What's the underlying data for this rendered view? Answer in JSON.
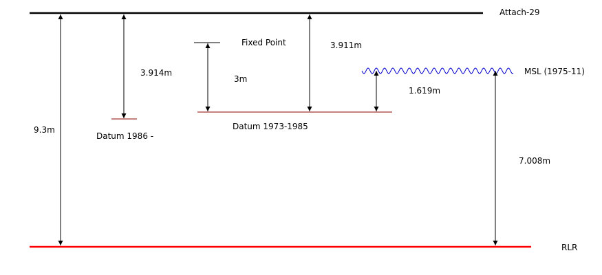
{
  "colors": {
    "line": "#000000",
    "rlr": "#ff0000",
    "datum": "#8b0000",
    "msl": "#0000cc"
  },
  "levels": {
    "attach": "Attach-29",
    "fixed_point": "Fixed Point",
    "msl": "MSL (1975-11)",
    "datum_1986": "Datum 1986 -",
    "datum_1973": "Datum 1973-1985",
    "rlr": "RLR"
  },
  "measurements": {
    "attach_to_rlr": "9.3m",
    "attach_to_datum_1986": "3.914m",
    "fixed_point_to_datum_1973": "3m",
    "attach_to_datum_1973": "3.911m",
    "msl_to_datum_1973": "1.619m",
    "msl_to_rlr": "7.008m"
  }
}
